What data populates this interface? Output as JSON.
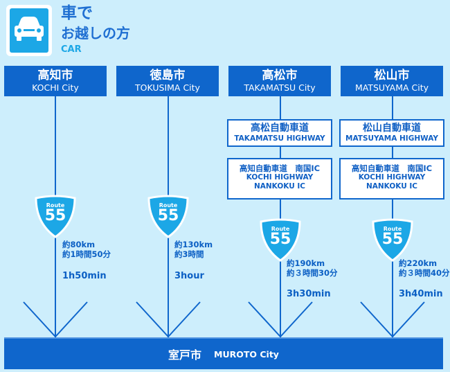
{
  "header": {
    "title_main": "車で",
    "title_sub": "お越しの方",
    "title_en": "CAR",
    "icon": "car-icon"
  },
  "origins": [
    {
      "jp": "高知市",
      "en": "KOCHI City",
      "route": "55",
      "route_label": "Route",
      "distance": "約80km",
      "duration": "約1時間50分",
      "time_en": "1h50min"
    },
    {
      "jp": "徳島市",
      "en": "TOKUSIMA City",
      "route": "55",
      "route_label": "Route",
      "distance": "約130km",
      "duration": "約3時間",
      "time_en": "3hour"
    },
    {
      "jp": "高松市",
      "en": "TAKAMATSU City",
      "route": "55",
      "route_label": "Route",
      "distance": "約190km",
      "duration": "約３時間30分",
      "time_en": "3h30min",
      "highway1_jp": "高松自動車道",
      "highway1_en": "TAKAMATSU HIGHWAY",
      "highway2_l1": "高知自動車道　南国IC",
      "highway2_l2": "KOCHI HIGHWAY",
      "highway2_l3": "NANKOKU IC"
    },
    {
      "jp": "松山市",
      "en": "MATSUYAMA City",
      "route": "55",
      "route_label": "Route",
      "distance": "約220km",
      "duration": "約３時間40分",
      "time_en": "3h40min",
      "highway1_jp": "松山自動車道",
      "highway1_en": "MATSUYAMA HIGHWAY",
      "highway2_l1": "高知自動車道　南国IC",
      "highway2_l2": "KOCHI HIGHWAY",
      "highway2_l3": "NANKOKU IC"
    }
  ],
  "destination": {
    "jp": "室戸市",
    "en": "MUROTO City"
  },
  "colors": {
    "background": "#cdeefc",
    "primary": "#0f66cc",
    "accent": "#1ca7e6",
    "text": "#0b5fc4"
  }
}
